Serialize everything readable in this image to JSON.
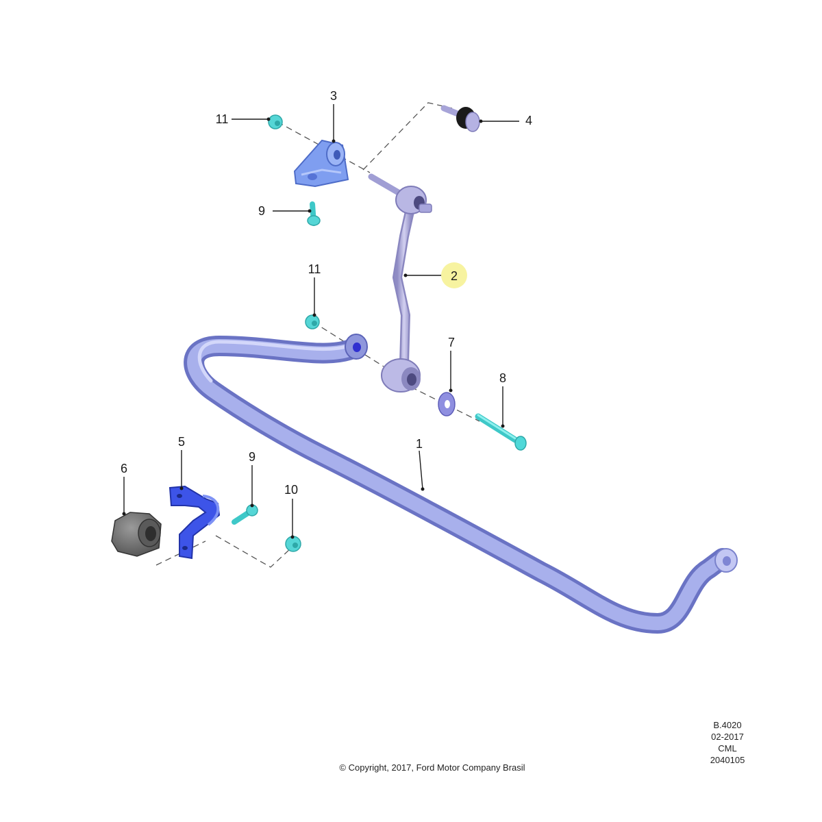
{
  "callouts": {
    "c1": "1",
    "c2": "2",
    "c3": "3",
    "c4": "4",
    "c5": "5",
    "c6": "6",
    "c7": "7",
    "c8": "8",
    "c9_upper": "9",
    "c9_lower": "9",
    "c10": "10",
    "c11_upper": "11",
    "c11_lower": "11"
  },
  "highlight_color": "#f7f3a0",
  "part_colors": {
    "stabilizer_bar": "#9aa3e6",
    "link": "#b4b2de",
    "bracket": "#7f9ef0",
    "clamp": "#3d54e8",
    "bushing": "#6e6e6e",
    "fasteners": "#55d6d6"
  },
  "meta": {
    "line1": "B.4020",
    "line2": "02-2017",
    "line3": "CML",
    "line4": "2040105"
  },
  "copyright": "© Copyright, 2017, Ford Motor Company Brasil"
}
